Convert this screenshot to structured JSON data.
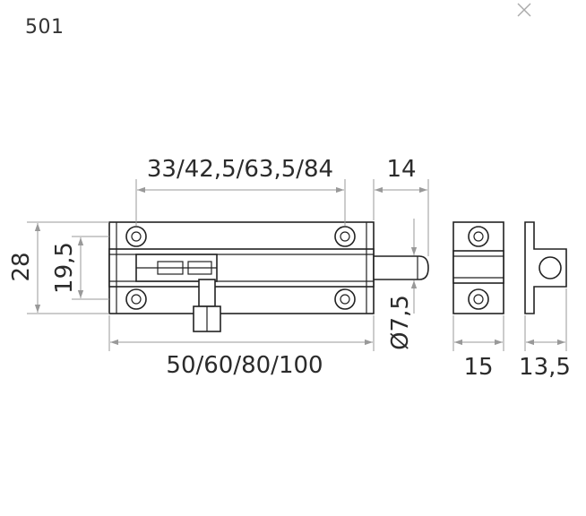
{
  "product_code": "501",
  "icons": {
    "close": "close-icon"
  },
  "dimensions": {
    "hole_spacing": "33/42,5/63,5/84",
    "bolt_throw": "14",
    "height_total": "28",
    "height_inner": "19,5",
    "lengths": "50/60/80/100",
    "bolt_diameter": "Ø7,5",
    "keeper_width": "15",
    "keeper_depth": "13,5"
  },
  "colors": {
    "line": "#222222",
    "dimension": "#999999",
    "text": "#2b2b2b"
  }
}
